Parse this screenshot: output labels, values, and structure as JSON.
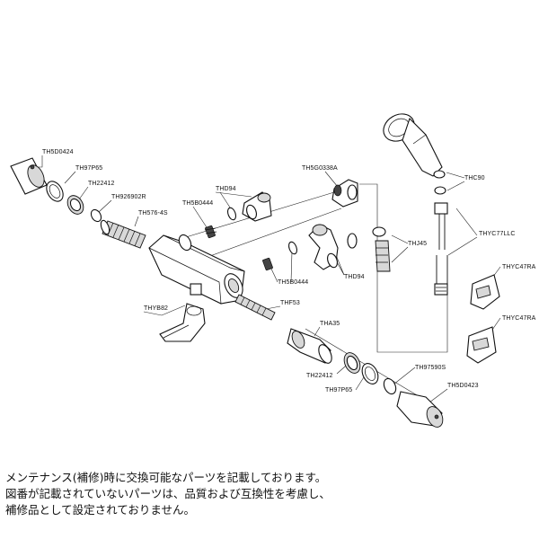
{
  "parts": {
    "p01": "TH5D0424",
    "p02": "TH97P65",
    "p03": "TH22412",
    "p04": "TH926902R",
    "p05": "TH576-4S",
    "p06": "THYB82",
    "p07": "TH5B0444",
    "p08": "THD94",
    "p09": "TH5G0338A",
    "p10": "THC90",
    "p11": "THYC77LLC",
    "p12": "THJ45",
    "p13": "THD94",
    "p14": "TH5B0444",
    "p15": "THF53",
    "p16": "THA35",
    "p17": "TH22412",
    "p18": "TH97P65",
    "p19": "TH97590S",
    "p20": "TH5D0423",
    "p21": "THYC47RA",
    "p22": "THYC47RA"
  },
  "note": {
    "line1": "メンテナンス(補修)時に交換可能なパーツを記載しております。",
    "line2": "図番が記載されていないパーツは、品質および互換性を考慮し、",
    "line3": "補修品として設定されておりません。"
  }
}
